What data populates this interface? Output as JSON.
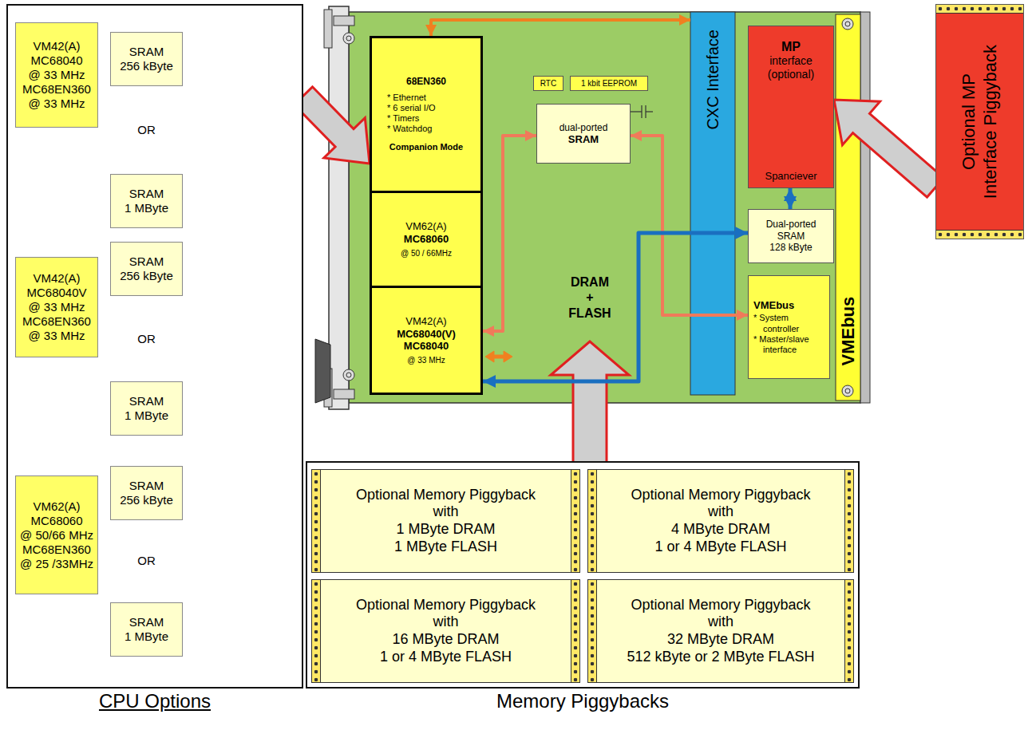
{
  "diagram": {
    "nodes": [
      {
        "text": [
          "CPU Options"
        ]
      },
      {
        "text": [
          "VM42(A)",
          "MC68040",
          "@ 33 MHz",
          "MC68EN360",
          "@ 33 MHz"
        ],
        "in": 0
      },
      {
        "text": [
          "SRAM",
          "256 kByte"
        ],
        "in": 0
      },
      {
        "text": [
          "SRAM",
          "1 MByte"
        ],
        "in": 0
      },
      {
        "text": [
          "VM42(A)",
          "MC68040V",
          "@ 33 MHz",
          "MC68EN360",
          "@ 33 MHz"
        ],
        "in": 0
      },
      {
        "text": [
          "SRAM",
          "256 kByte"
        ],
        "in": 0
      },
      {
        "text": [
          "SRAM",
          "1 MByte"
        ],
        "in": 0
      },
      {
        "text": [
          "VM62(A)",
          "MC68060",
          "@ 50/66 MHz",
          "MC68EN360",
          "@ 25 /33MHz"
        ],
        "in": 0
      },
      {
        "text": [
          "SRAM",
          "256 kByte"
        ],
        "in": 0
      },
      {
        "text": [
          "SRAM",
          "1 MByte"
        ],
        "in": 0
      },
      {
        "text": [
          "68EN360",
          "* Ethernet",
          "* 6 serial I/O",
          "* Timers",
          "* Watchdog",
          "Companion Mode"
        ]
      },
      {
        "text": [
          "VM62(A)",
          "MC68060",
          "@ 50 / 66MHz"
        ]
      },
      {
        "text": [
          "VM42(A)",
          "MC68040(V)",
          "MC68040",
          "@ 33 MHz"
        ]
      },
      {
        "text": [
          "RTC"
        ]
      },
      {
        "text": [
          "1 kbit EEPROM"
        ]
      },
      {
        "text": [
          "dual-ported",
          "SRAM"
        ]
      },
      {
        "text": [
          "CXC Interface"
        ]
      },
      {
        "text": [
          "MP",
          "interface",
          "(optional)",
          "Spanciever"
        ]
      },
      {
        "text": [
          "Dual-ported",
          "SRAM",
          "128 kByte"
        ]
      },
      {
        "text": [
          "VMEbus",
          "* System",
          "controller",
          "* Master/slave",
          "interface"
        ]
      },
      {
        "text": [
          "VMEbus"
        ]
      },
      {
        "text": [
          "Optional MP",
          "Interface Piggyback"
        ]
      },
      {
        "text": [
          "Memory Piggybacks"
        ]
      },
      {
        "text": [
          "Optional Memory Piggyback",
          "with",
          "1 MByte DRAM",
          "1 MByte FLASH"
        ],
        "in": 22
      },
      {
        "text": [
          "Optional Memory Piggyback",
          "with",
          "4 MByte DRAM",
          "1 or 4 MByte FLASH"
        ],
        "in": 22
      },
      {
        "text": [
          "Optional Memory Piggyback",
          "with",
          "16 MByte DRAM",
          "1 or 4 MByte FLASH"
        ],
        "in": 22
      },
      {
        "text": [
          "Optional Memory Piggyback",
          "with",
          "32 MByte DRAM",
          "512 kByte or 2 MByte FLASH"
        ],
        "in": 22
      }
    ],
    "edges": [
      {
        "from": 1,
        "to": 2,
        "arrow": "to"
      },
      {
        "from": 1,
        "to": 3,
        "arrow": "to"
      },
      {
        "from": 4,
        "to": 5,
        "arrow": "to"
      },
      {
        "from": 4,
        "to": 6,
        "arrow": "to"
      },
      {
        "from": 7,
        "to": 8,
        "arrow": "to"
      },
      {
        "from": 7,
        "to": 9,
        "arrow": "to"
      },
      {
        "from": 0,
        "to": 10,
        "arrow": "to"
      },
      {
        "from": 10,
        "to": 16,
        "arrow": "both"
      },
      {
        "from": 15,
        "to": 12,
        "arrow": "both"
      },
      {
        "from": 15,
        "to": 19,
        "arrow": "both"
      },
      {
        "from": 12,
        "to": 18,
        "arrow": "both"
      },
      {
        "from": 17,
        "to": 18,
        "arrow": "both"
      },
      {
        "from": 21,
        "to": 17,
        "arrow": "to"
      }
    ],
    "labels": [
      "OR",
      "OR",
      "OR",
      "DRAM + FLASH"
    ]
  }
}
